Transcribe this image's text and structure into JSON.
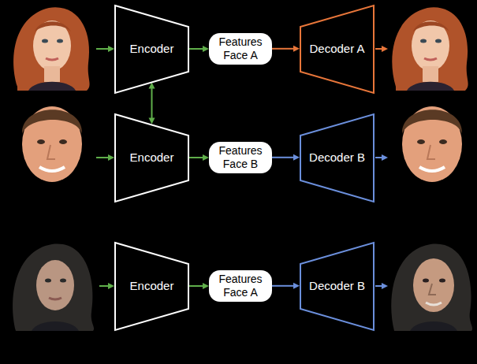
{
  "diagram": {
    "nodes": [
      {
        "text": [
          "Encoder"
        ]
      },
      {
        "text": [
          "Features Face A"
        ]
      },
      {
        "text": [
          "Decoder A"
        ]
      },
      {
        "text": [
          "Encoder"
        ]
      },
      {
        "text": [
          "Features Face B"
        ]
      },
      {
        "text": [
          "Decoder B"
        ]
      },
      {
        "text": [
          "Encoder"
        ]
      },
      {
        "text": [
          "Features Face A"
        ]
      },
      {
        "text": [
          "Decoder B"
        ]
      }
    ],
    "edges": [
      {
        "from": 0,
        "to": 1,
        "arrow": "to"
      },
      {
        "from": 1,
        "to": 2,
        "arrow": "to"
      },
      {
        "from": 0,
        "to": 3,
        "arrow": "both"
      },
      {
        "from": 3,
        "to": 4,
        "arrow": "to"
      },
      {
        "from": 4,
        "to": 5,
        "arrow": "to"
      },
      {
        "from": 6,
        "to": 7,
        "arrow": "to"
      },
      {
        "from": 7,
        "to": 8,
        "arrow": "to"
      }
    ]
  }
}
